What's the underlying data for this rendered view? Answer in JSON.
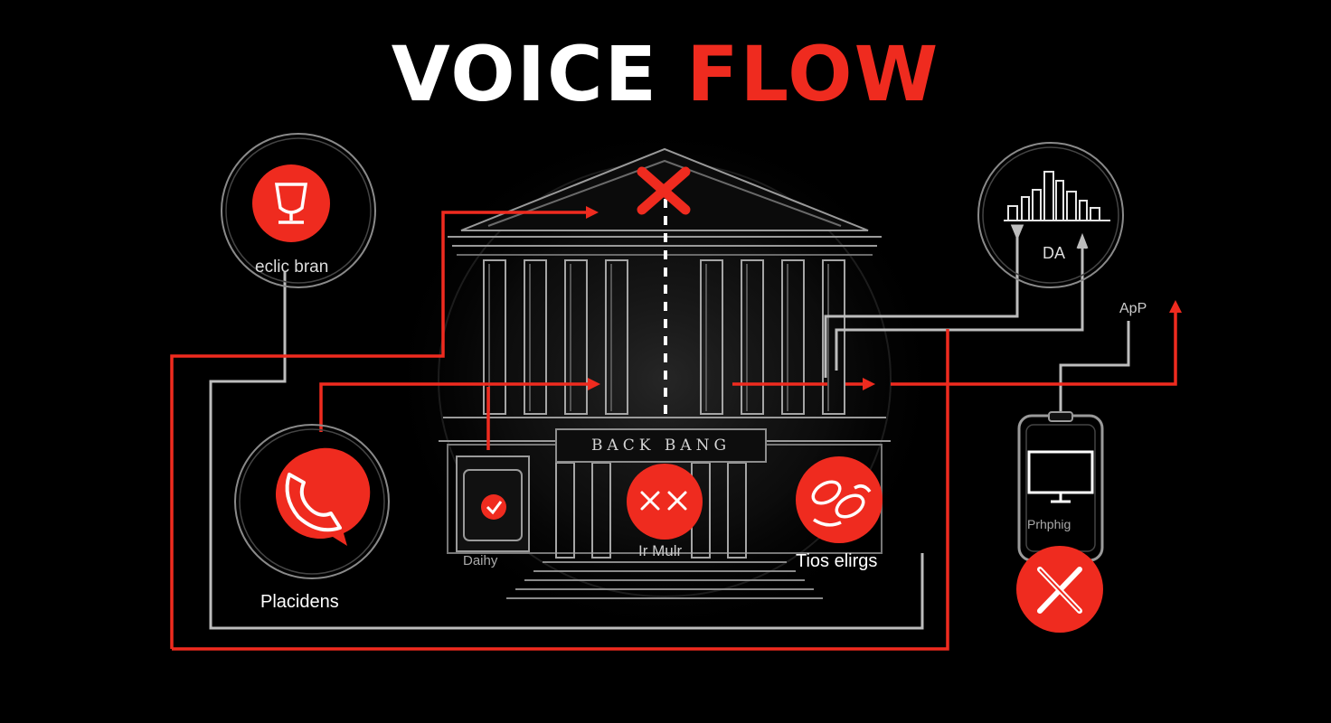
{
  "title": {
    "part1": "VOICE",
    "part2": "FLOW"
  },
  "bank": {
    "sign": "BACK BANG"
  },
  "nodes": {
    "top_left_label": "eclic bran",
    "left_label": "Placidens",
    "center_label": "Ir Mulr",
    "right_label": "Tios elirgs",
    "da_label": "DA",
    "app_label": "ApP",
    "device_label": "Prhphig",
    "safe_label": "Daihy"
  },
  "colors": {
    "accent": "#ef2b1f",
    "background": "#000000",
    "line_gray": "#bdbdbd"
  }
}
